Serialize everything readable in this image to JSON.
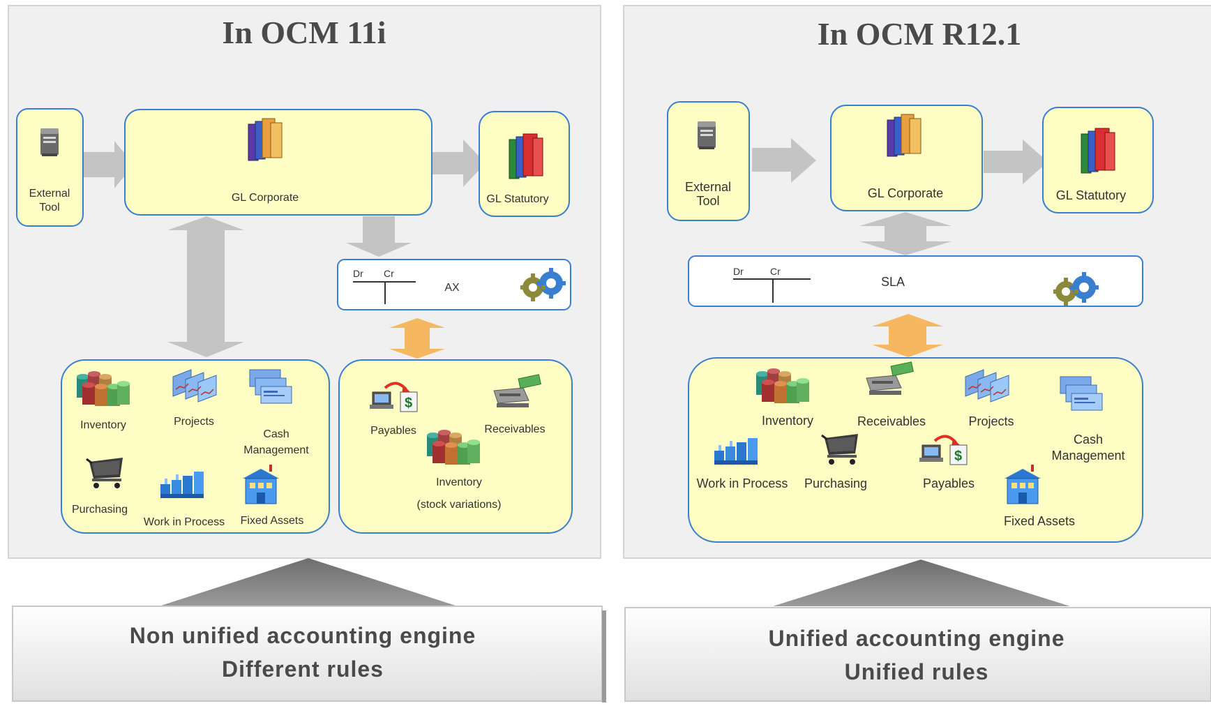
{
  "left": {
    "title": "In OCM 11i",
    "external_tool": [
      "External",
      "Tool"
    ],
    "gl_corporate": "GL Corporate",
    "gl_statutory": "GL Statutory",
    "engine": {
      "dr": "Dr",
      "cr": "Cr",
      "label": "AX"
    },
    "modules": {
      "inventory": "Inventory",
      "projects": "Projects",
      "cash_management": [
        "Cash",
        "Management"
      ],
      "purchasing": "Purchasing",
      "work_in_process": "Work in Process",
      "fixed_assets": "Fixed Assets"
    },
    "ax_modules": {
      "payables": "Payables",
      "receivables": "Receivables",
      "inventory": "Inventory",
      "inventory_note": "(stock variations)"
    },
    "caption": [
      "Non unified accounting engine",
      "Different rules"
    ]
  },
  "right": {
    "title": "In OCM R12.1",
    "external_tool": [
      "External",
      "Tool"
    ],
    "gl_corporate": "GL Corporate",
    "gl_statutory": "GL Statutory",
    "engine": {
      "dr": "Dr",
      "cr": "Cr",
      "label": "SLA"
    },
    "modules": {
      "inventory": "Inventory",
      "receivables": "Receivables",
      "projects": "Projects",
      "cash_management": [
        "Cash",
        "Management"
      ],
      "work_in_process": "Work in Process",
      "purchasing": "Purchasing",
      "payables": "Payables",
      "fixed_assets": "Fixed Assets"
    },
    "caption": [
      "Unified accounting engine",
      "Unified rules"
    ]
  },
  "colors": {
    "panel_bg": "#f0f0f0",
    "box_fill": "#fdfdc4",
    "box_border": "#3a7fcf",
    "arrow_gray": "#c4c4c4",
    "arrow_orange": "#f5b860",
    "title_text": "#4a4a4a"
  },
  "icons": [
    "server-icon",
    "books-icon",
    "gears-icon",
    "database-icon",
    "report-icon",
    "checks-icon",
    "cart-icon",
    "factory-icon",
    "building-icon",
    "computer-payment-icon",
    "register-icon"
  ]
}
